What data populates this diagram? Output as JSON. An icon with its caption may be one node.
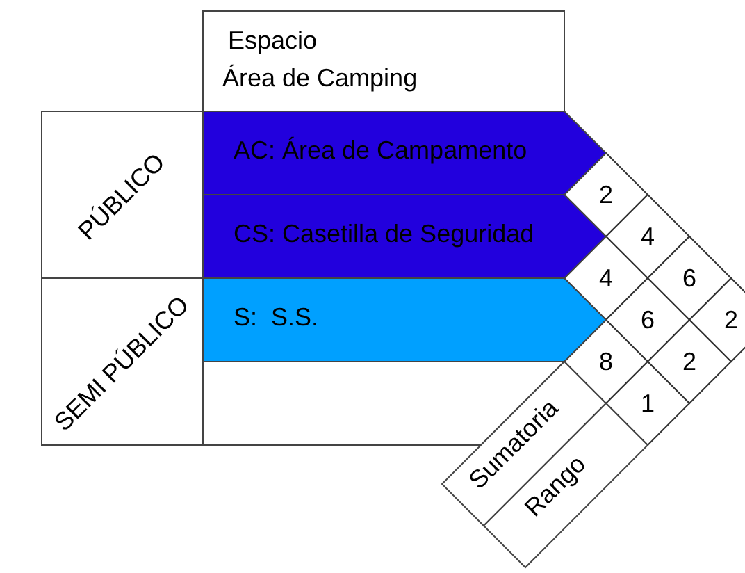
{
  "diagram": {
    "nodes": [
      {
        "text": [
          "Espacio",
          "Área de Camping"
        ]
      },
      {
        "text": [
          "PÚBLICO"
        ]
      },
      {
        "text": [
          "SEMI PÚBLICO"
        ]
      },
      {
        "text": [
          "AC: Área de Campamento"
        ]
      },
      {
        "text": [
          "CS: Casetilla de Seguridad"
        ]
      },
      {
        "text": [
          "S:  S.S."
        ]
      },
      {
        "text": [],
        "shape": "box"
      },
      {
        "text": [
          "Sumatoria"
        ]
      },
      {
        "text": [
          "Rango"
        ]
      }
    ],
    "labels": [
      "2",
      "4",
      "4",
      "6",
      "6",
      "2",
      "8",
      "2",
      "1"
    ]
  }
}
